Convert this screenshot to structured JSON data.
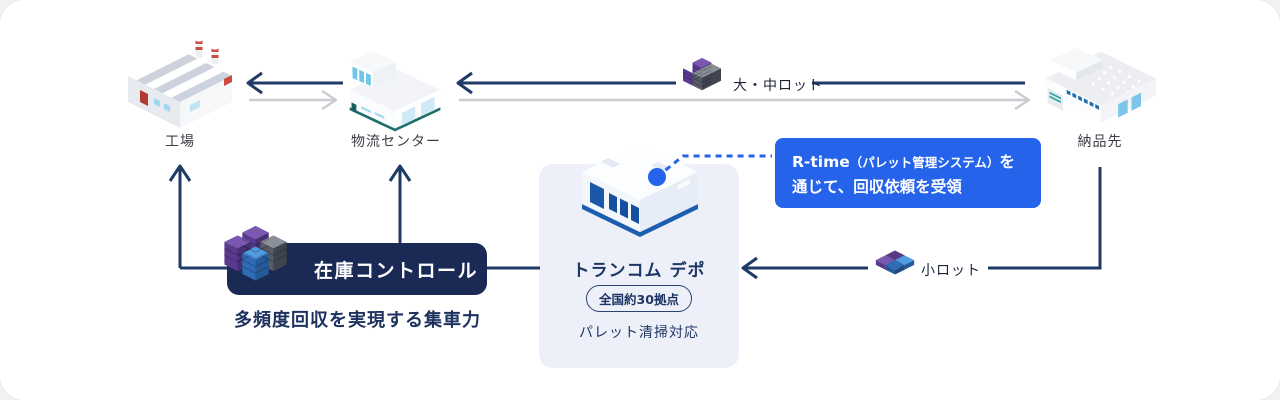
{
  "diagram": {
    "nodes": {
      "factory": {
        "label": "工場"
      },
      "logistics_center": {
        "label": "物流センター"
      },
      "delivery_destination": {
        "label": "納品先"
      },
      "depot": {
        "title": "トランコム デポ",
        "badge": "全国約30拠点",
        "note": "パレット清掃対応"
      }
    },
    "flows": {
      "large_medium_lot": "大・中ロット",
      "small_lot": "小ロット"
    },
    "inventory_control": {
      "label": "在庫コントロール",
      "caption": "多頻度回収を実現する集車力"
    },
    "callout": {
      "line1_prefix": "R-time",
      "line1_paren": "（パレット管理システム）",
      "line1_suffix": "を",
      "line2": "通じて、回収依頼を受領"
    },
    "colors": {
      "navy_line": "#203a68",
      "navy_box": "#1b2a55",
      "accent_blue": "#2563eb",
      "arrow_gray": "#c9cdd2",
      "panel_bg": "#edf0f8"
    }
  }
}
